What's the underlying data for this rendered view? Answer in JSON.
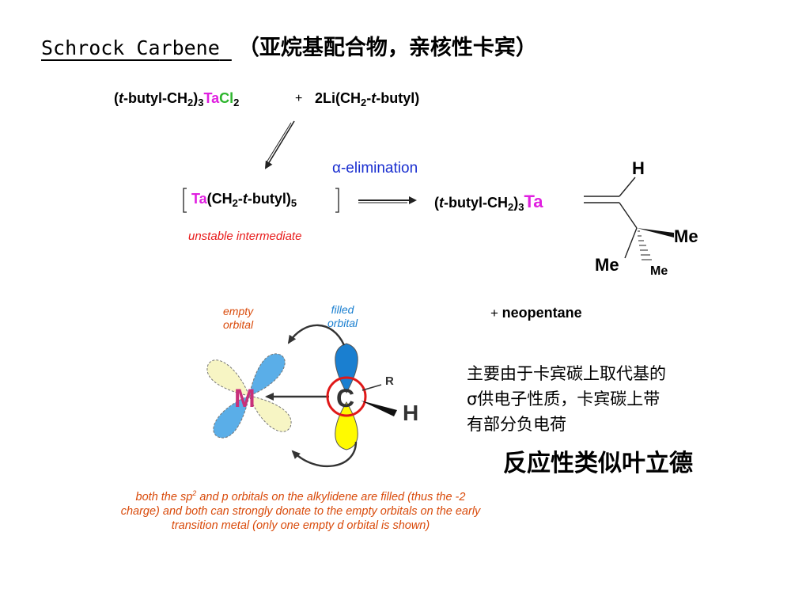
{
  "title": {
    "en": "Schrock Carbene",
    "zh": "（亚烷基配合物，亲核性卡宾）"
  },
  "reaction": {
    "reactant1": {
      "a": "(",
      "t": "t",
      "b": "-butyl-CH",
      "s1": "2",
      "c": ")",
      "s2": "3",
      "ta": "Ta",
      "cl": "Cl",
      "s3": "2"
    },
    "plus": "+",
    "reactant2": {
      "a": "2Li(CH",
      "s1": "2",
      "b": "-",
      "t": "t",
      "c": "-butyl)"
    },
    "intermediate": {
      "ta": "Ta",
      "a": "(CH",
      "s1": "2",
      "b": "-",
      "t": "t",
      "c": "-butyl)",
      "s2": "5"
    },
    "intermediate_note": "unstable intermediate",
    "alpha_symbol": "α",
    "alpha_text": "-elimination",
    "product": {
      "a": "(",
      "t": "t",
      "b": "-butyl-CH",
      "s1": "2",
      "c": ")",
      "s2": "3",
      "ta": "Ta"
    },
    "product_H": "H",
    "product_Me1": "Me",
    "product_Me2": "Me",
    "product_Me3": "Me",
    "byproduct_plus": "+",
    "byproduct": "neopentane"
  },
  "orbital_diagram": {
    "empty_label": "empty\norbital",
    "filled_label": "filled\norbital",
    "metal": "M",
    "carbon": "C",
    "R": "R",
    "H": "H",
    "caption_pre": "both the sp",
    "caption_sup": "2",
    "caption_post": " and p orbitals on the alkylidene are filled (thus the -2 charge) and both can strongly donate to the empty orbitals on the early transition metal (only one empty d orbital is shown)",
    "colors": {
      "blue": "#5aaee8",
      "yellow": "#fffa00",
      "pale_yellow": "#f7f5c4",
      "red_circle": "#e01818",
      "magenta": "#c8307a"
    }
  },
  "notes": {
    "zh_note": "主要由于卡宾碳上取代基的\nσ供电子性质，卡宾碳上带\n有部分负电荷",
    "zh_big": "反应性类似叶立德"
  }
}
